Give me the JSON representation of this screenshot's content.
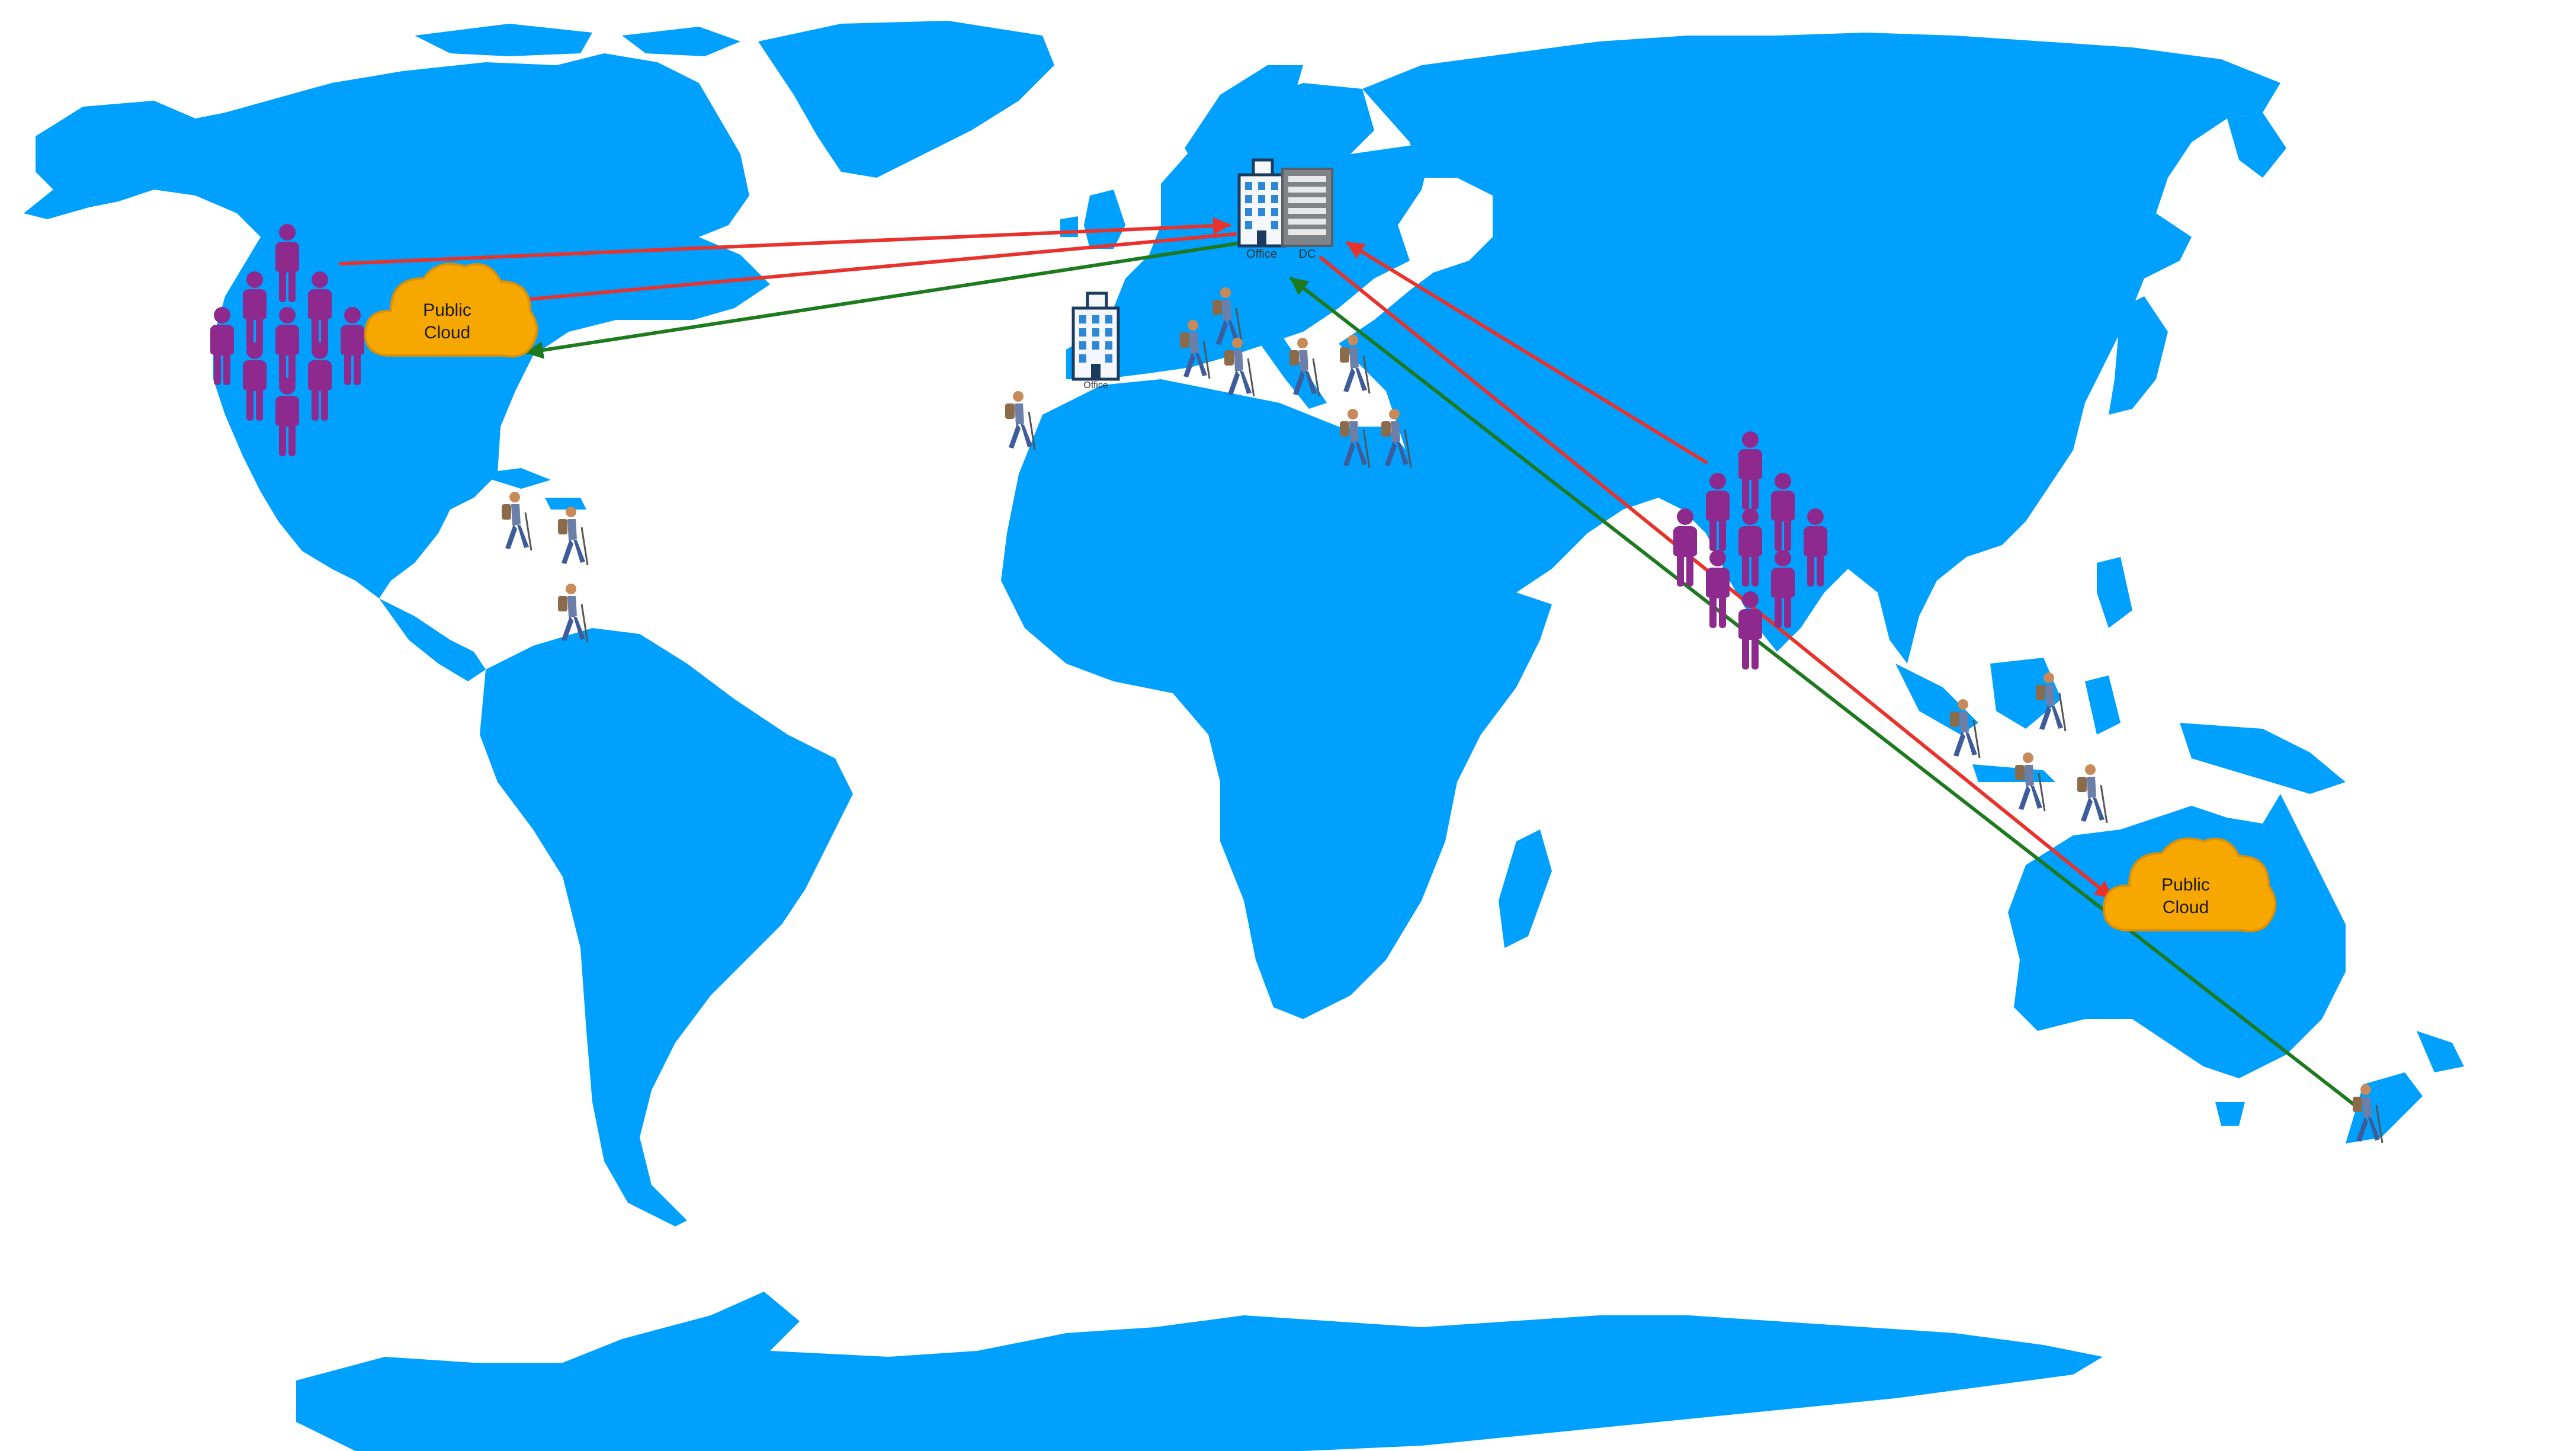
{
  "colors": {
    "land": "#00A0FF",
    "ocean": "#FFFFFF",
    "cloud": "#F7A800",
    "arrow_red": "#E8322B",
    "arrow_green": "#1E7A1E",
    "user": "#8E2A8E",
    "traveler": "#7A5A3A"
  },
  "map": {
    "clouds": [
      {
        "id": "cloud-us",
        "line1": "Public",
        "line2": "Cloud"
      },
      {
        "id": "cloud-au",
        "line1": "Public",
        "line2": "Cloud"
      }
    ],
    "buildings": [
      {
        "id": "europe-office",
        "label": "Office"
      },
      {
        "id": "europe-dc",
        "label": "DC"
      },
      {
        "id": "iberia-office",
        "label": "Office"
      }
    ],
    "user_groups": [
      "north-america-users",
      "india-users"
    ],
    "arrows": [
      {
        "id": "us-users-to-europe-office",
        "color": "red"
      },
      {
        "id": "europe-to-us-cloud-red",
        "color": "red"
      },
      {
        "id": "europe-to-us-cloud-green",
        "color": "green"
      },
      {
        "id": "india-users-to-europe-dc",
        "color": "red"
      },
      {
        "id": "europe-to-au-cloud",
        "color": "red"
      },
      {
        "id": "nz-traveler-to-europe",
        "color": "green"
      }
    ]
  }
}
